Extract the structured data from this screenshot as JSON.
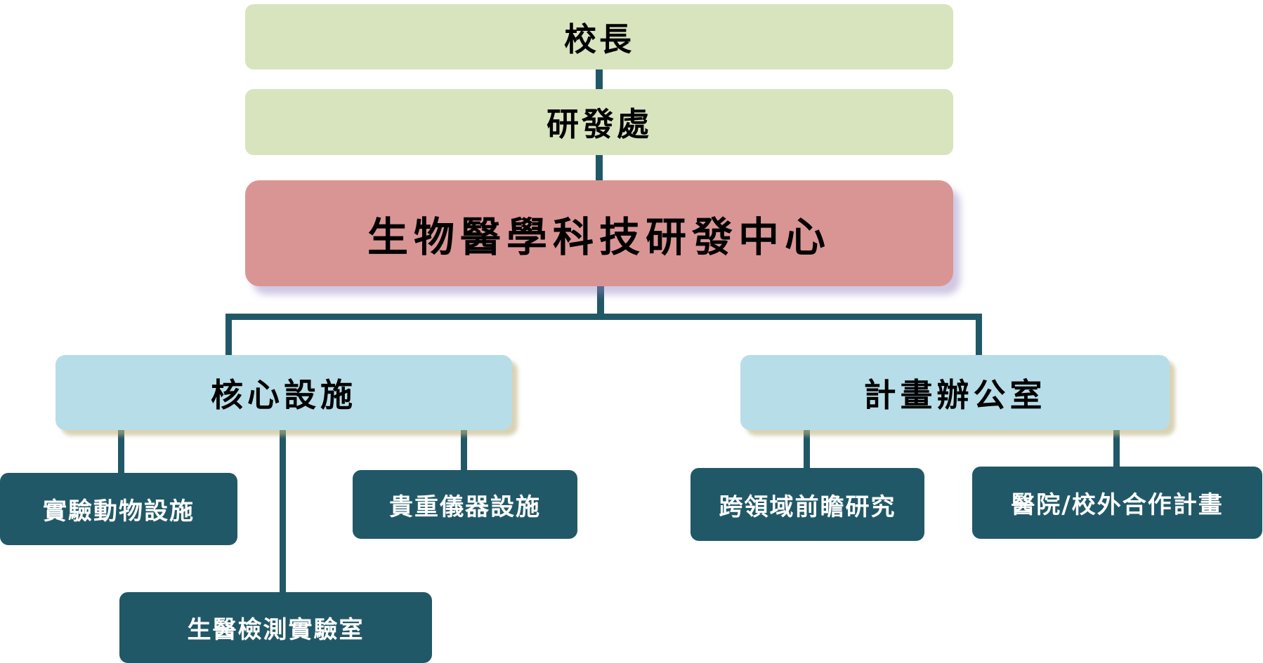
{
  "top": {
    "president": "校長",
    "rd_office": "研發處"
  },
  "center": {
    "title": "生物醫學科技研發中心"
  },
  "branches": {
    "core_facilities": {
      "label": "核心設施",
      "children": [
        "實驗動物設施",
        "貴重儀器設施",
        "生醫檢測實驗室"
      ]
    },
    "project_office": {
      "label": "計畫辦公室",
      "children": [
        "跨領域前瞻研究",
        "醫院/校外合作計畫"
      ]
    }
  },
  "colors": {
    "top": "#d8e4bd",
    "center": "#d99594",
    "branch": "#b7dde8",
    "leaf": "#215868",
    "line": "#215868"
  }
}
